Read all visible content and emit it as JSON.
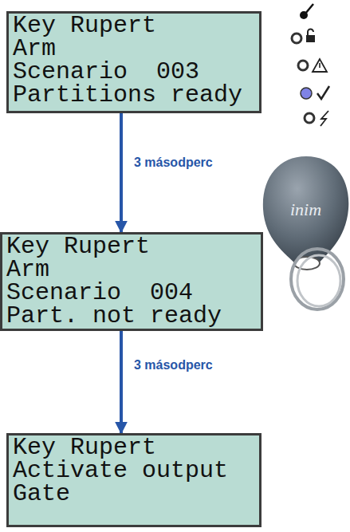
{
  "diagram": {
    "nodes": [
      {
        "text": [
          "Key Rupert",
          "Arm",
          "Scenario  003",
          "Partitions ready"
        ]
      },
      {
        "text": [
          "Key Rupert",
          "Arm",
          "Scenario  004",
          "Part. not ready"
        ]
      },
      {
        "text": [
          "Key Rupert",
          "Activate output",
          "Gate"
        ]
      }
    ],
    "edges": [
      {
        "from": 0,
        "to": 1,
        "arrow": "to",
        "label": "3 másodperc"
      },
      {
        "from": 1,
        "to": 2,
        "arrow": "to",
        "label": "3 másodperc"
      }
    ],
    "labels": [
      "inim"
    ]
  }
}
